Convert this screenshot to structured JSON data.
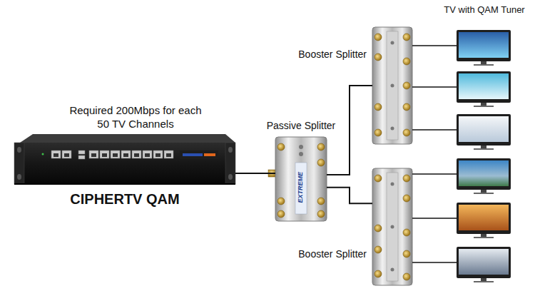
{
  "diagram": {
    "nodes": [
      {
        "text": [
          "CIPHERTV QAM"
        ]
      },
      {
        "text": [
          "Passive Splitter"
        ]
      },
      {
        "text": [
          "Booster Splitter"
        ]
      },
      {
        "text": [
          "Booster Splitter"
        ]
      }
    ],
    "edges": [
      {
        "from": 0,
        "to": 1,
        "arrow": "none"
      },
      {
        "from": 1,
        "to": 2,
        "arrow": "none"
      },
      {
        "from": 1,
        "to": 3,
        "arrow": "none"
      }
    ],
    "labels": [
      "TV with QAM Tuner",
      "Required 200Mbps for each 50 TV Channels",
      "EXTREME"
    ]
  }
}
